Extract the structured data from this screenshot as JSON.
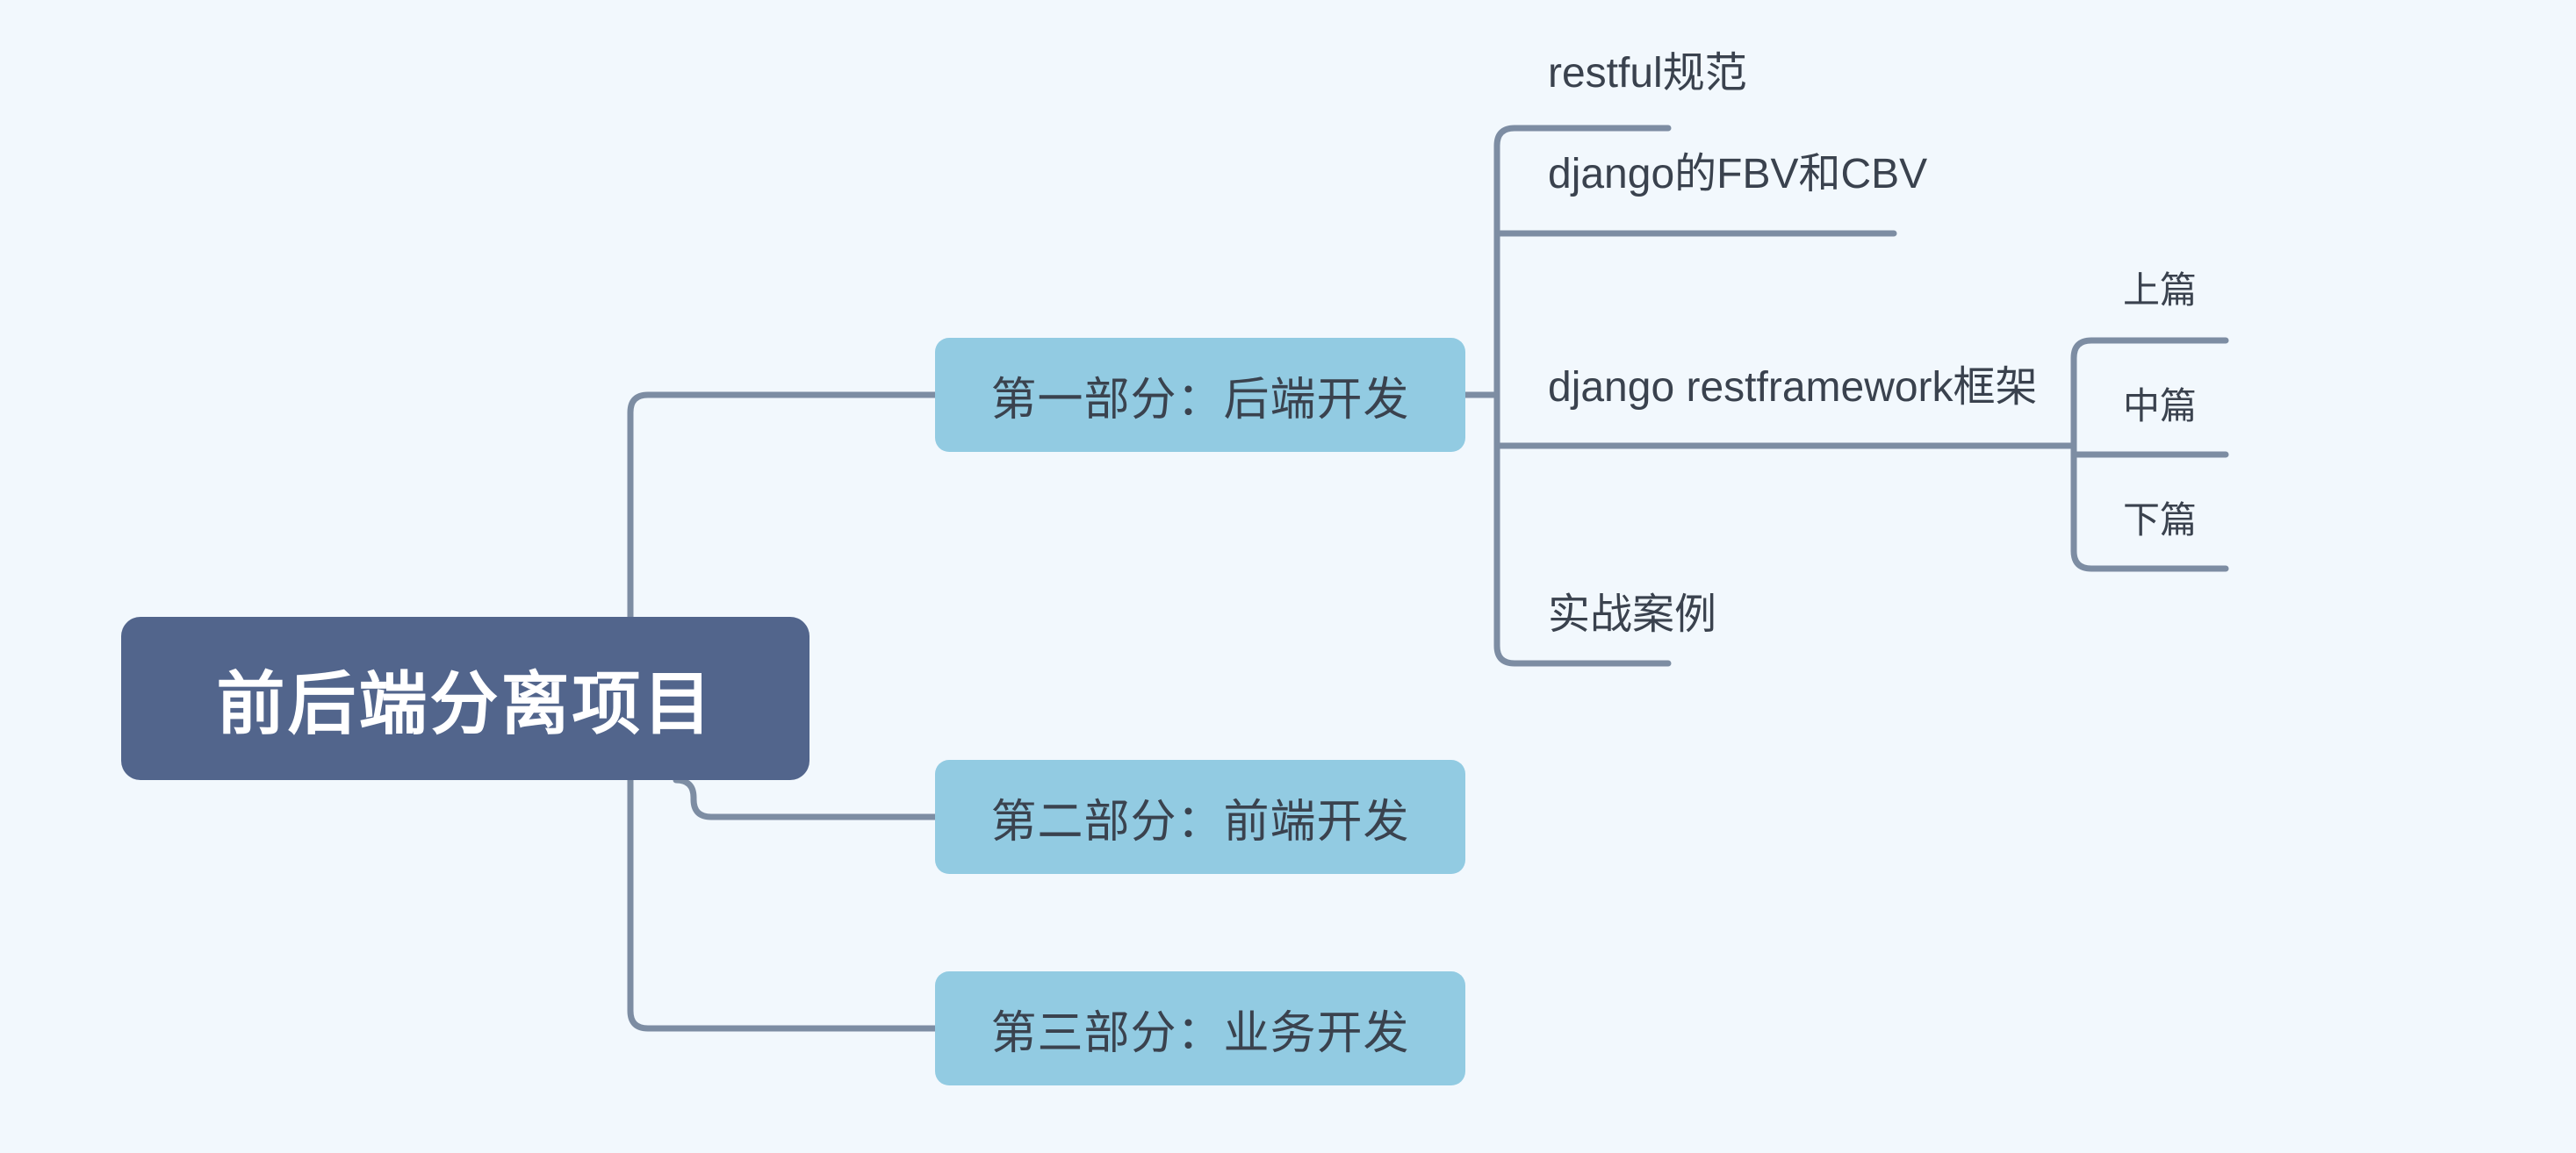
{
  "diagram": {
    "type": "mindmap",
    "title": "前后端分离项目",
    "background_color": "#f2f8fd",
    "connector_color": "#7d8da3",
    "root": {
      "label": "前后端分离项目",
      "fill": "#52658c",
      "text_color": "#ffffff"
    },
    "branches": [
      {
        "label": "第一部分：后端开发",
        "fill": "#92cbe2",
        "text_color": "#3a424e",
        "children": [
          {
            "label": "restful规范",
            "children": []
          },
          {
            "label": "django的FBV和CBV",
            "children": []
          },
          {
            "label": "django restframework框架",
            "children": [
              {
                "label": "上篇"
              },
              {
                "label": "中篇"
              },
              {
                "label": "下篇"
              }
            ]
          },
          {
            "label": "实战案例",
            "children": []
          }
        ]
      },
      {
        "label": "第二部分：前端开发",
        "fill": "#92cbe2",
        "text_color": "#3a424e",
        "children": []
      },
      {
        "label": "第三部分：业务开发",
        "fill": "#92cbe2",
        "text_color": "#3a424e",
        "children": []
      }
    ]
  }
}
